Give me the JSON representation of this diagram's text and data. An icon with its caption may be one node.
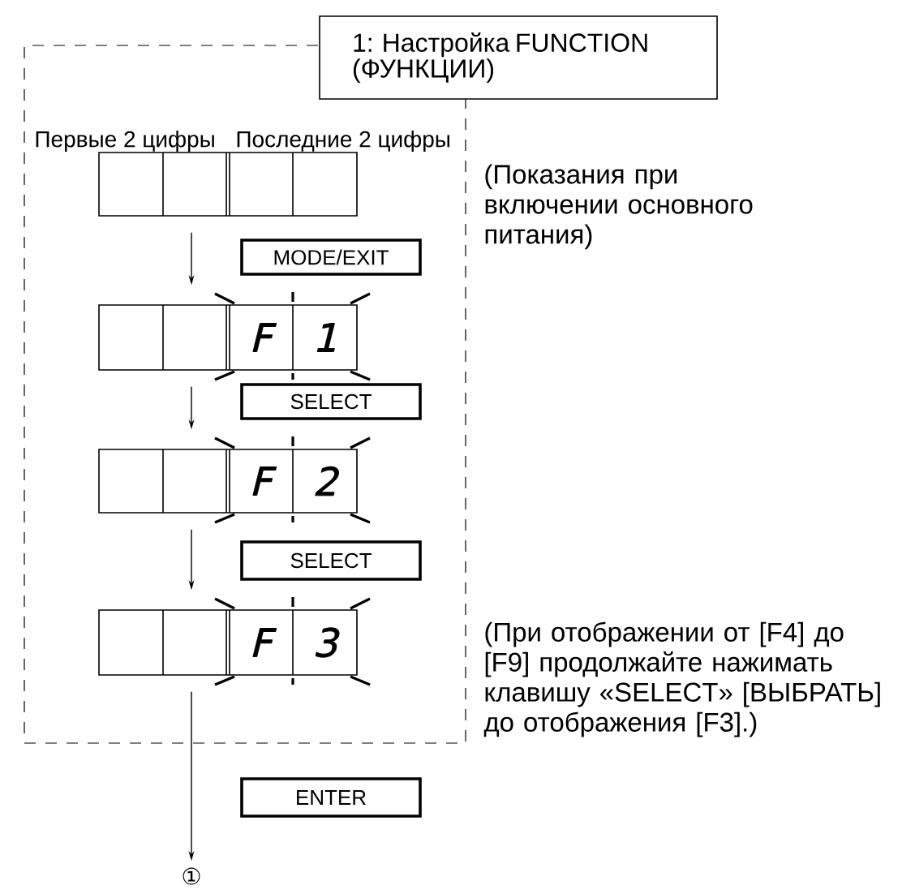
{
  "diagram": {
    "nodes": [
      {
        "text": [
          "1: Настройка FUNCTION (ФУНКЦИИ)"
        ]
      },
      {
        "text": [],
        "shape": "box"
      },
      {
        "text": [
          "Первые 2 цифры",
          "Последние 2 цифры"
        ],
        "in": 1
      },
      {
        "text": [
          "MODE/EXIT"
        ],
        "in": 1
      },
      {
        "text": [
          "F",
          "1"
        ],
        "in": 1
      },
      {
        "text": [
          "SELECT"
        ],
        "in": 1
      },
      {
        "text": [
          "F",
          "2"
        ],
        "in": 1
      },
      {
        "text": [
          "SELECT"
        ],
        "in": 1
      },
      {
        "text": [
          "F",
          "3"
        ],
        "in": 1
      },
      {
        "text": [
          "ENTER"
        ]
      },
      {
        "text": [
          "①"
        ]
      }
    ],
    "edges": [
      {
        "from": 2,
        "to": 4,
        "arrow": "to"
      },
      {
        "from": 4,
        "to": 6,
        "arrow": "to"
      },
      {
        "from": 6,
        "to": 8,
        "arrow": "to"
      },
      {
        "from": 8,
        "to": 10,
        "arrow": "to"
      }
    ],
    "labels": [
      "(Показания при включении основного питания)",
      "(При отображении от [F4] до [F9] продолжайте нажимать клавишу «SELECT» [ВЫБРАТЬ] до отображения [F3].)"
    ]
  }
}
